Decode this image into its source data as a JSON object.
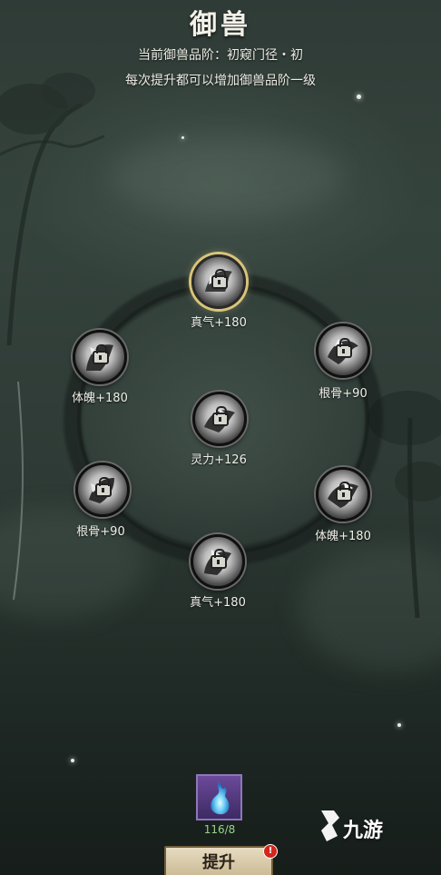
{
  "header": {
    "title": "御兽",
    "rank_line": "当前御兽品阶：初窥门径・初",
    "hint_line": "每次提升都可以增加御兽品阶一级"
  },
  "nodes": [
    {
      "label": "真气+180",
      "active": true
    },
    {
      "label": "根骨+90",
      "active": false
    },
    {
      "label": "体魄+180",
      "active": false
    },
    {
      "label": "灵力+126",
      "active": false
    },
    {
      "label": "根骨+90",
      "active": false
    },
    {
      "label": "体魄+180",
      "active": false
    },
    {
      "label": "真气+180",
      "active": false
    }
  ],
  "resource": {
    "icon": "spirit-flame-icon",
    "count": "116/8"
  },
  "upgrade_button": {
    "label": "提升",
    "badge": "!"
  },
  "watermark": {
    "text": "九游",
    "icon": "9game-logo-icon"
  },
  "colors": {
    "accent_gold": "#d8c47a",
    "count_green": "#9bd18a",
    "badge_red": "#d2261e",
    "item_purple": "#6b4a9a"
  }
}
